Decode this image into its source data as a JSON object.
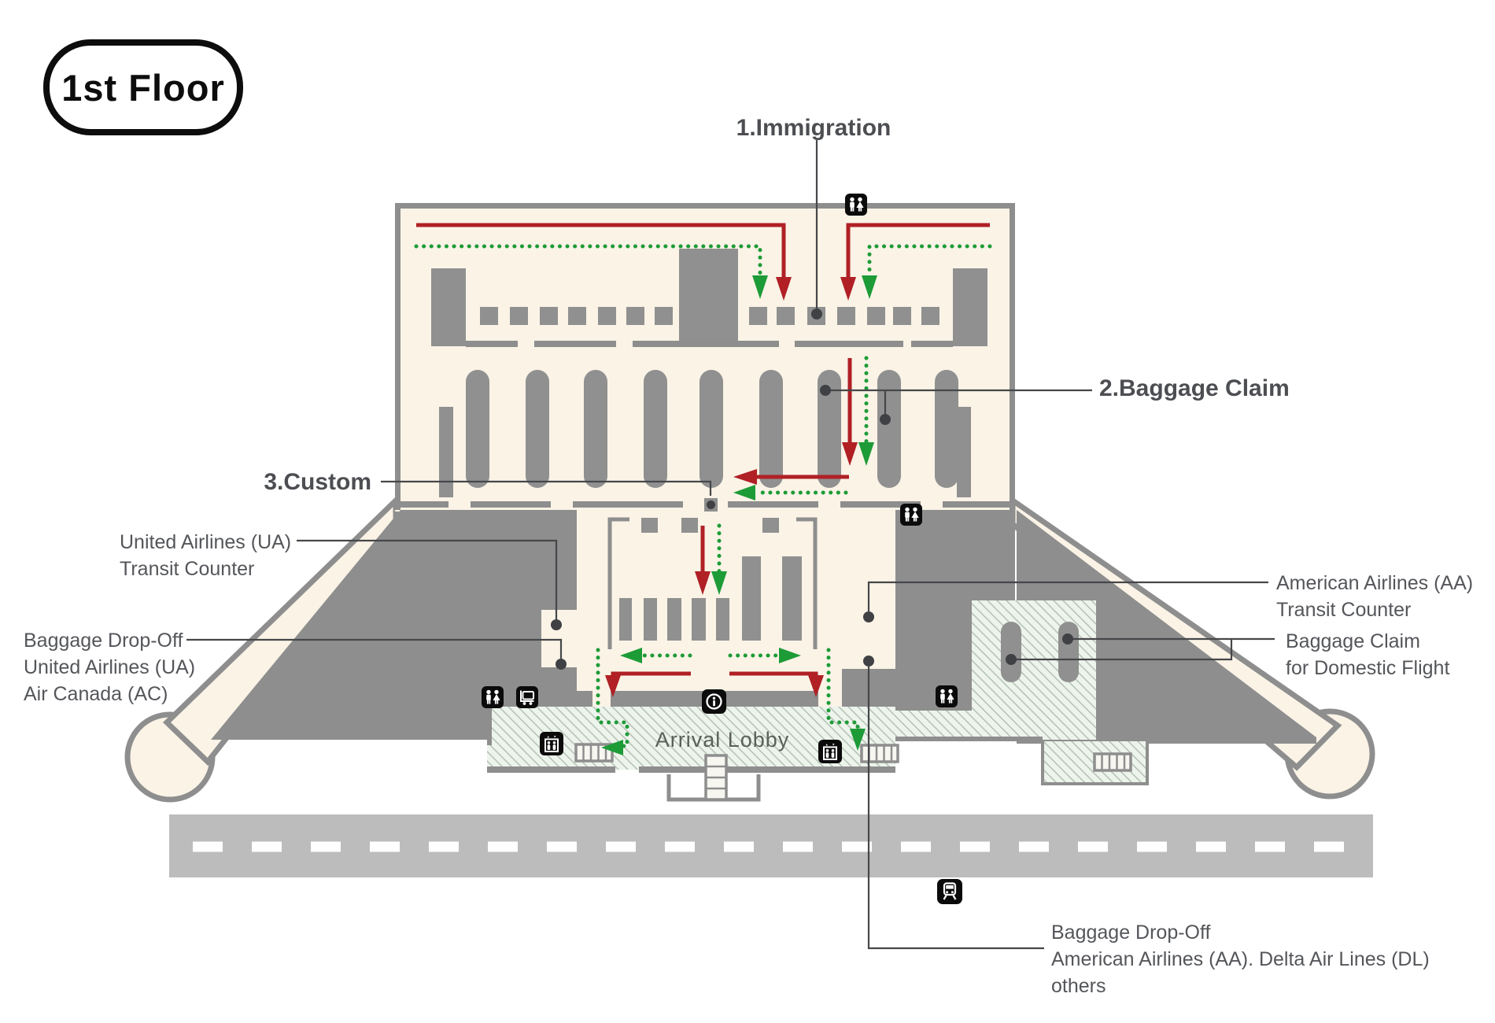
{
  "badge": {
    "label": "1st Floor"
  },
  "labels": {
    "immigration": "1.Immigration",
    "baggage_claim": "2.Baggage Claim",
    "custom": "3.Custom",
    "arrival_lobby": "Arrival Lobby",
    "ua_transit": {
      "line1": "United Airlines (UA)",
      "line2": "Transit Counter"
    },
    "ua_dropoff": {
      "line1": "Baggage Drop-Off",
      "line2": "United Airlines (UA)",
      "line3": "Air Canada (AC)"
    },
    "aa_transit": {
      "line1": "American Airlines (AA)",
      "line2": "Transit Counter"
    },
    "domestic_claim": {
      "line1": "Baggage Claim",
      "line2": "for Domestic Flight"
    },
    "aa_dropoff": {
      "line1": "Baggage Drop-Off",
      "line2": "American Airlines (AA). Delta Air Lines (DL)",
      "line3": "others"
    }
  },
  "icons": {
    "restroom": "restroom-icon",
    "baggage_cart": "baggage-cart-icon",
    "information": "information-icon",
    "elevator": "elevator-icon",
    "escalator": "escalator-icon",
    "train": "train-station-icon"
  },
  "colors": {
    "arrival_route": "#b02025",
    "transit_route": "#1d9b37",
    "floor": "#faf3e6",
    "wall_gray": "#8e8e8e",
    "lobby_hatch_fill": "#edf4ec",
    "road_gray": "#bcbcbc",
    "label_text": "#54565a",
    "icon_black": "#0b0b0b"
  }
}
